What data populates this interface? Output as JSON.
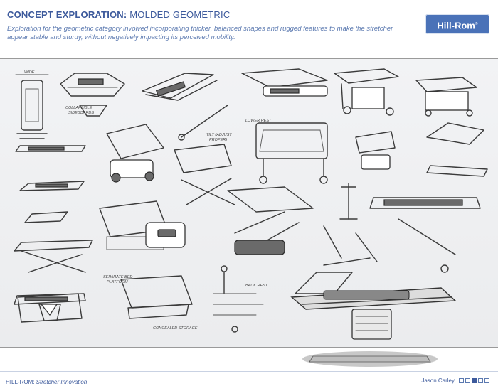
{
  "header": {
    "title_strong": "CONCEPT EXPLORATION:",
    "title_rest": " MOLDED GEOMETRIC",
    "subtitle": "Exploration for the geometric category involved incorporating thicker, balanced shapes and rugged features to make the stretcher appear stable and sturdy, without negatively impacting its perceived mobility.",
    "logo": "Hill-Rom",
    "logo_mark": "®"
  },
  "sketch_notes": {
    "wide": "WIDE",
    "collapsible": "COLLAPSIBLE",
    "sideboards": "SIDEBOARDS",
    "tilt": "TILT (ADJUST",
    "proper": "PROPER)",
    "lower_rest": "LOWER REST",
    "separate_bed": "SEPARATE BED",
    "platform": "PLATFORM",
    "concealed": "CONCEALED STORAGE",
    "back_rest": "BACK REST"
  },
  "footer": {
    "brand": "HILL-ROM:",
    "project": " Stretcher Innovation",
    "author": "Jason Carley",
    "pages": [
      {
        "active": false
      },
      {
        "active": false
      },
      {
        "active": true
      },
      {
        "active": false
      },
      {
        "active": false
      }
    ]
  },
  "colors": {
    "accent": "#3d5a9c",
    "subtitle": "#5b79b0",
    "logo_bg": "#4a72b8"
  }
}
